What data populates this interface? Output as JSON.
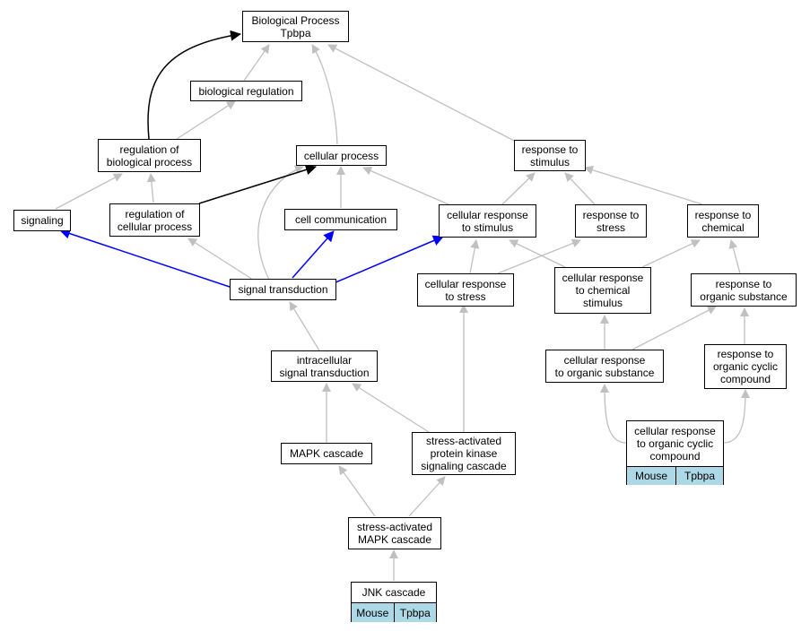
{
  "colors": {
    "edge_default": "#c0c0c0",
    "edge_black": "#000000",
    "edge_blue": "#0000ff",
    "badge_fill": "#add8e6"
  },
  "nodes": {
    "biological_process": "Biological Process\nTpbpa",
    "biological_regulation": "biological regulation",
    "regulation_of_biological_process": "regulation of\nbiological process",
    "cellular_process": "cellular process",
    "response_to_stimulus": "response to\nstimulus",
    "signaling": "signaling",
    "regulation_of_cellular_process": "regulation of\ncellular process",
    "cell_communication": "cell communication",
    "cellular_response_to_stimulus": "cellular response\nto stimulus",
    "response_to_stress": "response to\nstress",
    "response_to_chemical": "response to\nchemical",
    "signal_transduction": "signal transduction",
    "cellular_response_to_stress": "cellular response\nto stress",
    "cellular_response_to_chemical_stimulus": "cellular response\nto chemical\nstimulus",
    "response_to_organic_substance": "response to\norganic substance",
    "intracellular_signal_transduction": "intracellular\nsignal transduction",
    "cellular_response_to_organic_substance": "cellular response\nto organic substance",
    "response_to_organic_cyclic_compound": "response to\norganic cyclic\ncompound",
    "mapk_cascade": "MAPK cascade",
    "stress_activated_protein_kinase_signaling_cascade": "stress-activated\nprotein kinase\nsignaling cascade",
    "stress_activated_mapk_cascade": "stress-activated\nMAPK cascade"
  },
  "leaves": {
    "jnk_cascade": {
      "title": "JNK cascade",
      "species": "Mouse",
      "gene": "Tpbpa"
    },
    "cellular_response_to_organic_cyclic_compound": {
      "title": "cellular response\nto organic cyclic\ncompound",
      "species": "Mouse",
      "gene": "Tpbpa"
    }
  }
}
